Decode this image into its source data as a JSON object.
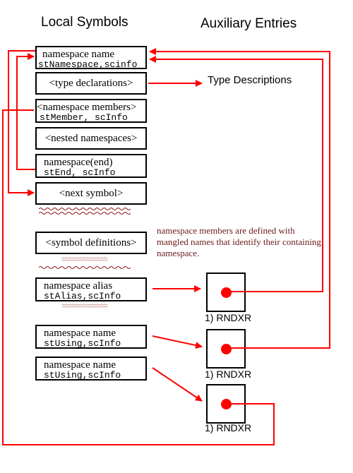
{
  "headers": {
    "left": "Local Symbols",
    "right": "Auxiliary Entries"
  },
  "boxes": {
    "ns_name": {
      "line1": "namespace name",
      "line2": "stNamespace,scinfo"
    },
    "type_decl": {
      "label": "<type declarations>"
    },
    "ns_members": {
      "line1": "<namespace members>",
      "line2": "stMember, scInfo"
    },
    "nested_ns": {
      "label": "<nested namespaces>"
    },
    "ns_end": {
      "line1": "namespace(end)",
      "line2": "stEnd, scInfo"
    },
    "next_symbol": {
      "label": "<next symbol>"
    },
    "symbol_defs": {
      "label": "<symbol definitions>"
    },
    "ns_alias": {
      "line1": "namespace alias",
      "line2": "stAlias,scInfo"
    },
    "using1": {
      "line1": "namespace name",
      "line2": "stUsing,scInfo"
    },
    "using2": {
      "line1": "namespace name",
      "line2": "stUsing,scInfo"
    }
  },
  "type_descriptions": "Type Descriptions",
  "note": "namespace members are defined with mangled names that identify their containing namespace.",
  "aux_entries": [
    {
      "label": "1) RNDXR"
    },
    {
      "label": "1) RNDXR"
    },
    {
      "label": "1) RNDXR"
    }
  ],
  "colors": {
    "arrow": "#ff0000",
    "wavy": "#8b1a1a",
    "note_text": "#6b1a1a"
  }
}
